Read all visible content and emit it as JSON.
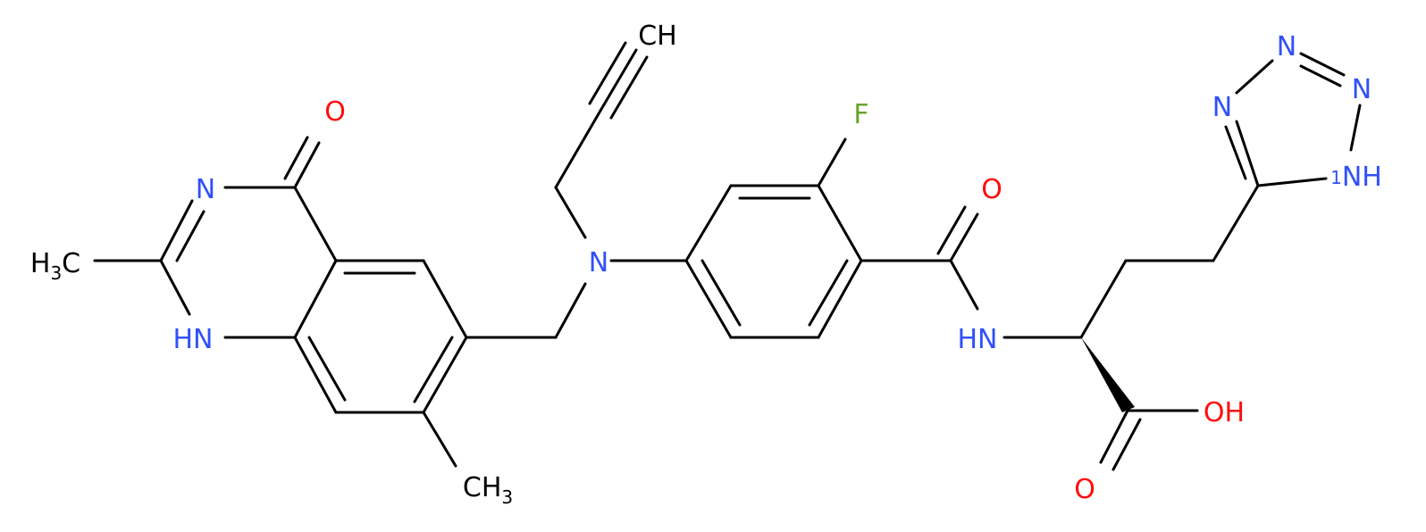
{
  "colors": {
    "bond": "#000000",
    "O": "#ff0d0d",
    "N": "#3050f8",
    "F": "#6aa22e",
    "C": "#000000"
  },
  "atoms": [
    {
      "id": "O_keto",
      "text": "O",
      "element": "O"
    },
    {
      "id": "N3",
      "text": "N",
      "element": "N"
    },
    {
      "id": "C2_methyl",
      "text": "H3C",
      "element": "C",
      "sub": "3",
      "pre": "H",
      "post": "C"
    },
    {
      "id": "N1H",
      "text": "HN",
      "element": "N"
    },
    {
      "id": "C7_methyl",
      "text": "CH3",
      "element": "C",
      "pre": "CH",
      "sub": "3"
    },
    {
      "id": "C_alkyne",
      "text": "CH",
      "element": "C"
    },
    {
      "id": "N_amine",
      "text": "N",
      "element": "N"
    },
    {
      "id": "F",
      "text": "F",
      "element": "F"
    },
    {
      "id": "O_amide",
      "text": "O",
      "element": "O"
    },
    {
      "id": "NH_amide",
      "text": "HN",
      "element": "N"
    },
    {
      "id": "OH_acid",
      "text": "OH",
      "element": "O"
    },
    {
      "id": "O_acid",
      "text": "O",
      "element": "O"
    },
    {
      "id": "N_tet3",
      "text": "N",
      "element": "N"
    },
    {
      "id": "N_tet2",
      "text": "N",
      "element": "N"
    },
    {
      "id": "N_tet4",
      "text": "N",
      "element": "N"
    },
    {
      "id": "NH_tet1",
      "text": "NH",
      "element": "N",
      "prefix_num": "1"
    }
  ]
}
